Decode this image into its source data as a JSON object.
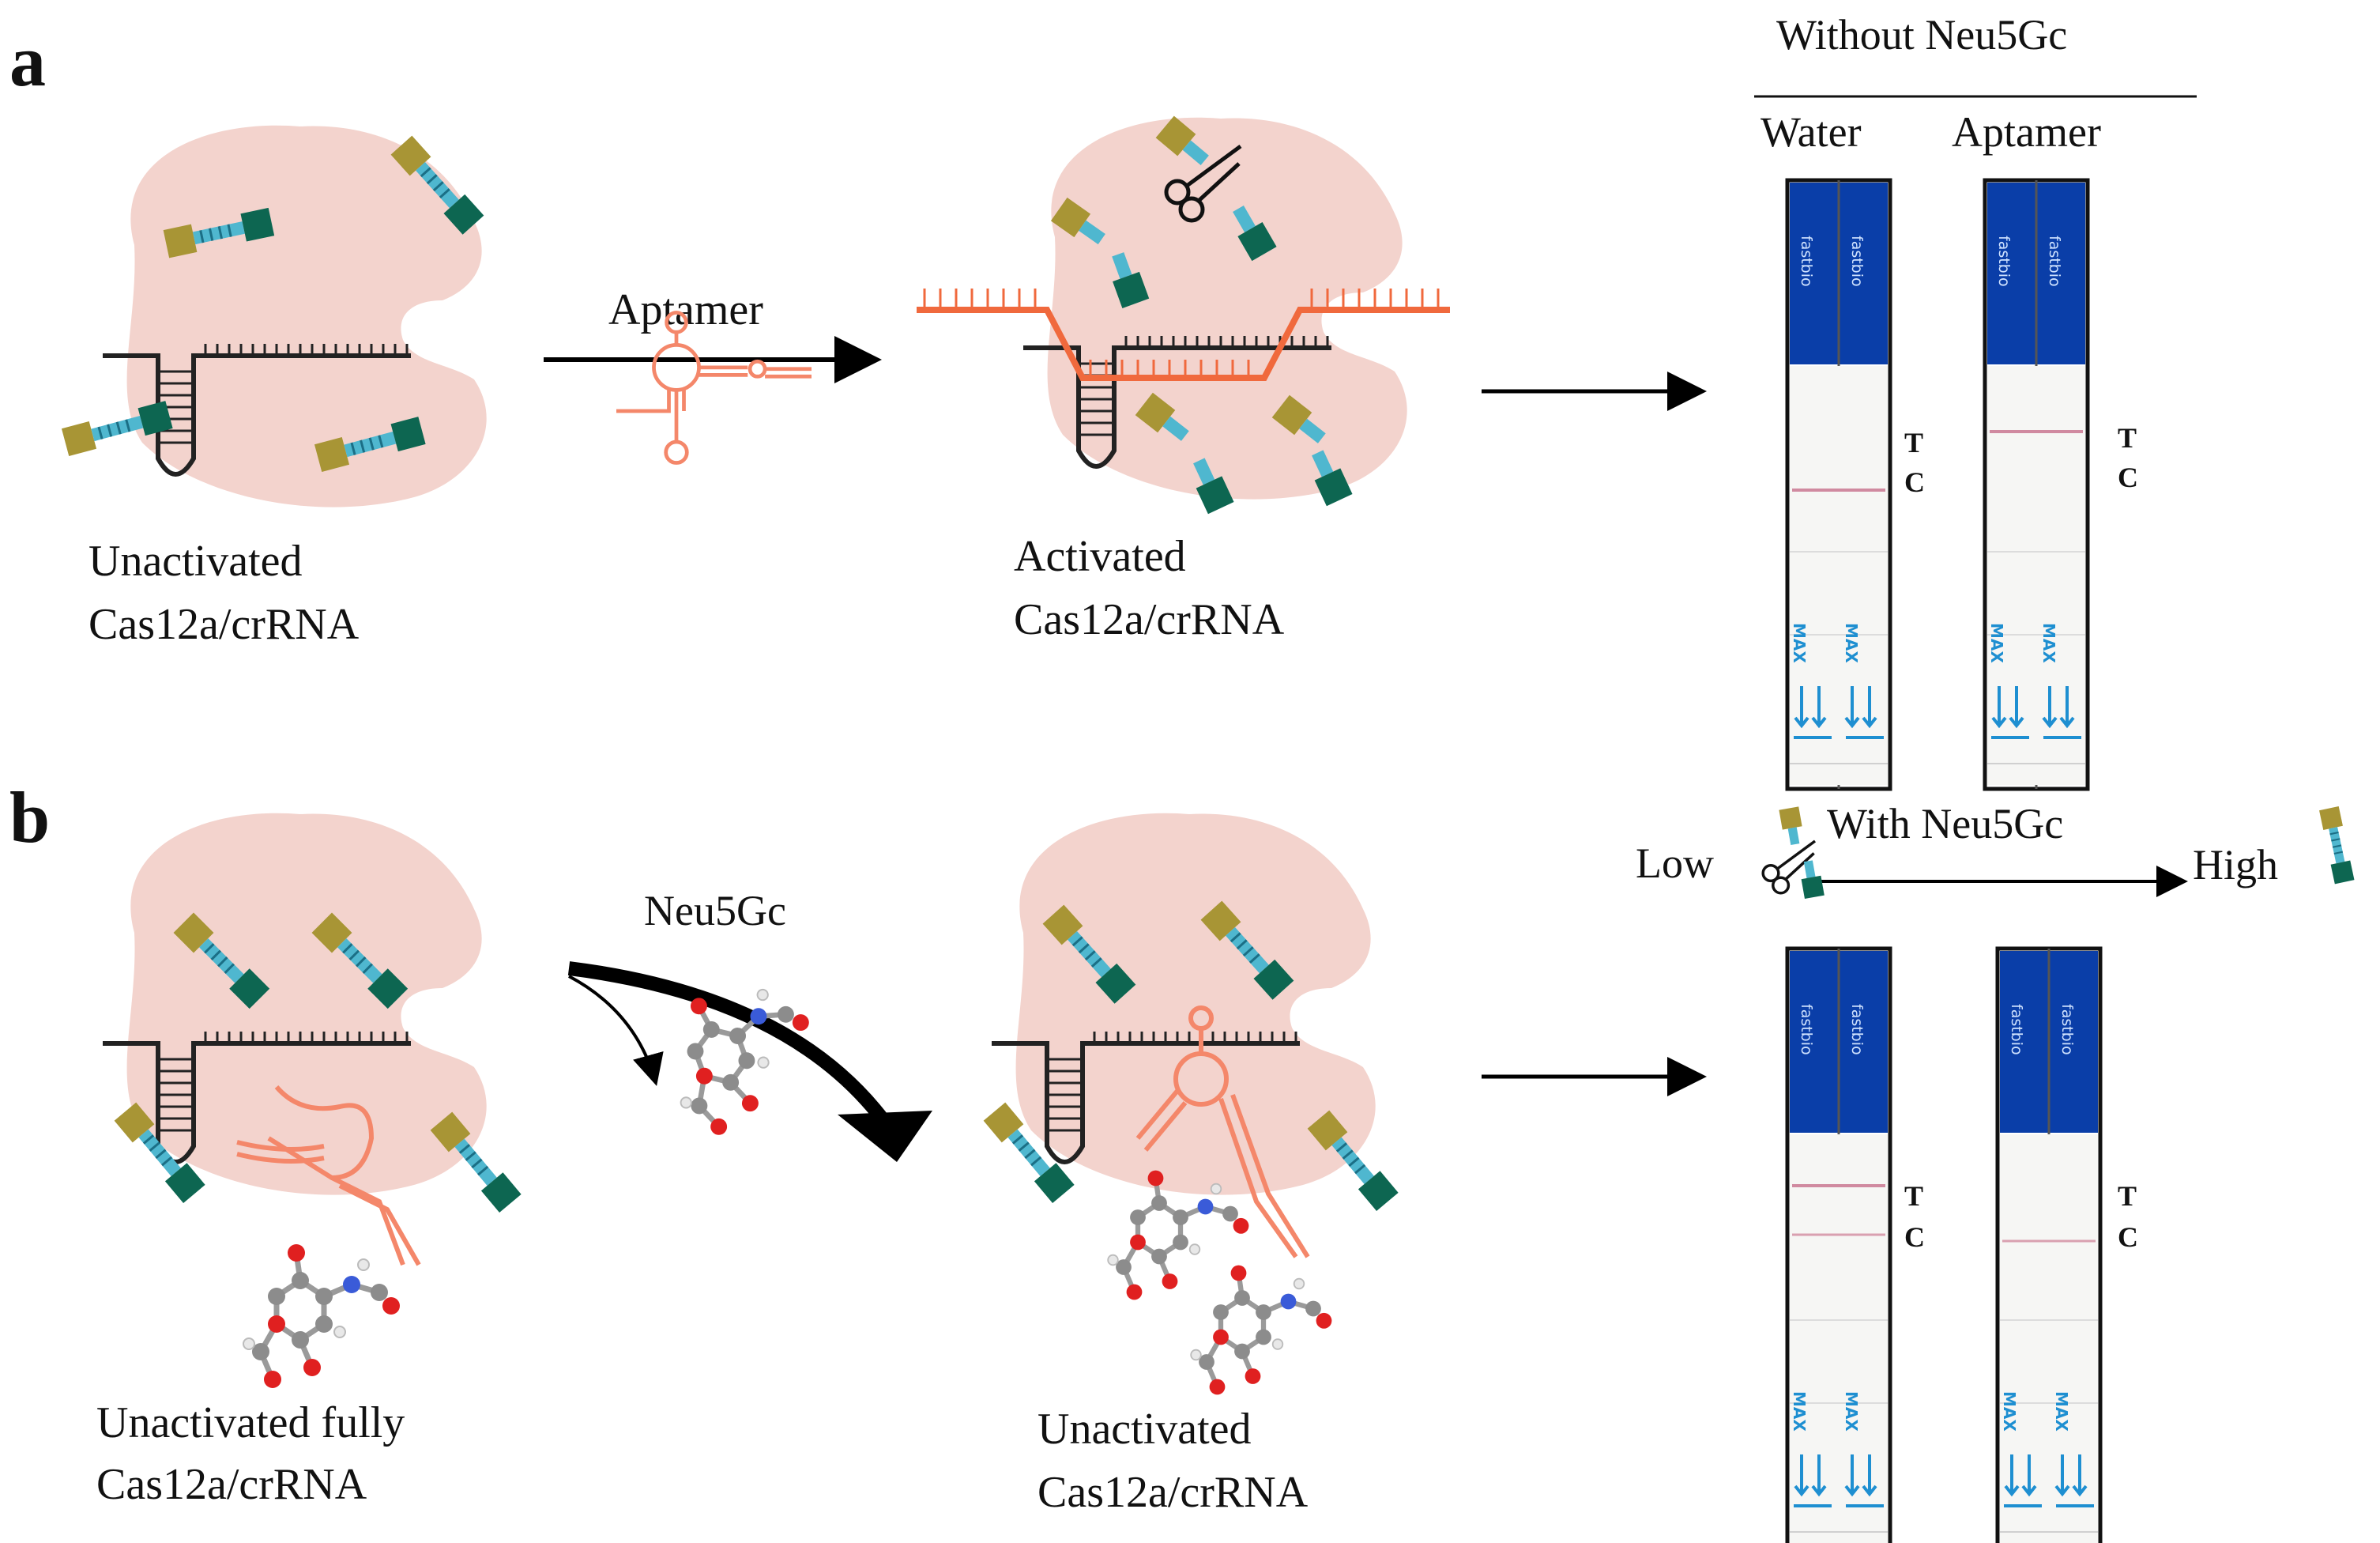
{
  "panels": {
    "a": {
      "letter": "a",
      "left_label": [
        "Unactivated",
        "Cas12a/crRNA"
      ],
      "arrow_label": "Aptamer",
      "right_label": [
        "Activated",
        "Cas12a/crRNA"
      ]
    },
    "b": {
      "letter": "b",
      "left_label": [
        "Unactivated fully",
        "Cas12a/crRNA"
      ],
      "arrow_label": "Neu5Gc",
      "right_label": [
        "Unactivated",
        "Cas12a/crRNA"
      ]
    }
  },
  "strips_top": {
    "header": "Without  Neu5Gc",
    "columns": [
      "Water",
      "Aptamer"
    ],
    "line_t": "T",
    "line_c": "C"
  },
  "gradient": {
    "label": "With Neu5Gc",
    "low": "Low",
    "high": "High"
  },
  "strips_bottom": {
    "line_t": "T",
    "line_c": "C"
  },
  "strip_brand": "fastbio",
  "strip_max": "MAX",
  "colors": {
    "cas_body": "#f3d3cd",
    "aptamer": "#f4876a",
    "target_dna": "#f0693d",
    "strip_blue": "#0a3ea8",
    "test_line": "#d08aa0",
    "reporter_gold": "#a89535",
    "reporter_green": "#0d6651",
    "reporter_link": "#4fb7cf"
  }
}
